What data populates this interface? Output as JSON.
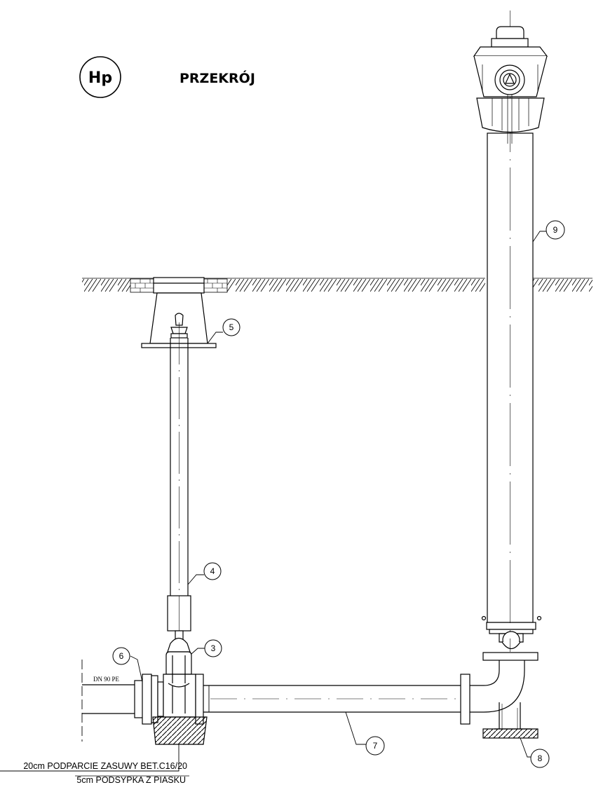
{
  "header": {
    "sheet_label": "Hp",
    "title": "PRZEKRÓJ"
  },
  "pipe_label": "DN 90 PE",
  "callouts": [
    "3",
    "4",
    "5",
    "6",
    "7",
    "8",
    "9"
  ],
  "notes": {
    "support": "20cm PODPARCIE ZASUWY BET.C16/20",
    "sand": "5cm PODSYPKA Z PIASKU"
  },
  "colors": {
    "line": "#000000",
    "background": "#ffffff"
  }
}
